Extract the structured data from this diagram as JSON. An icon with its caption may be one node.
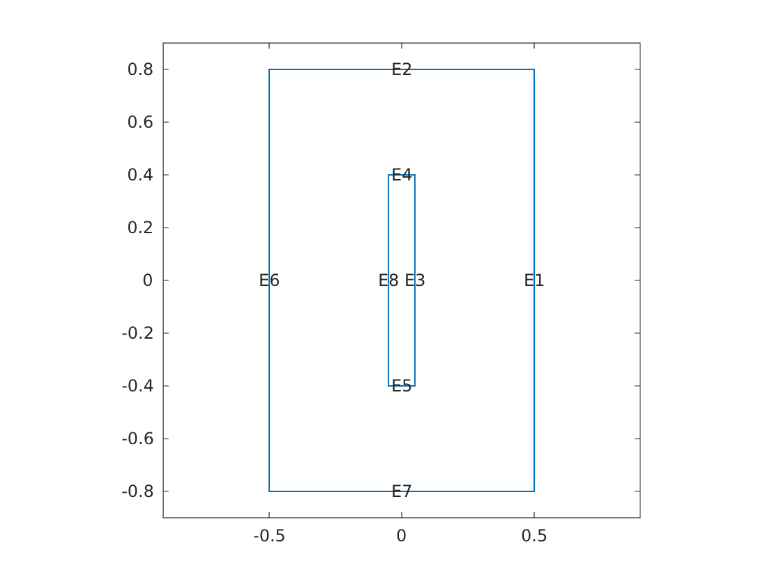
{
  "diagram": {
    "labels": [
      "0.8",
      "E2",
      "0.6",
      "0.4",
      "E4",
      "0.2",
      "0",
      "E6",
      "E8",
      "E3",
      "E1",
      "-0.2",
      "-0.4",
      "E5",
      "-0.6",
      "-0.8",
      "E7",
      "-0.5",
      "0",
      "0.5"
    ]
  }
}
